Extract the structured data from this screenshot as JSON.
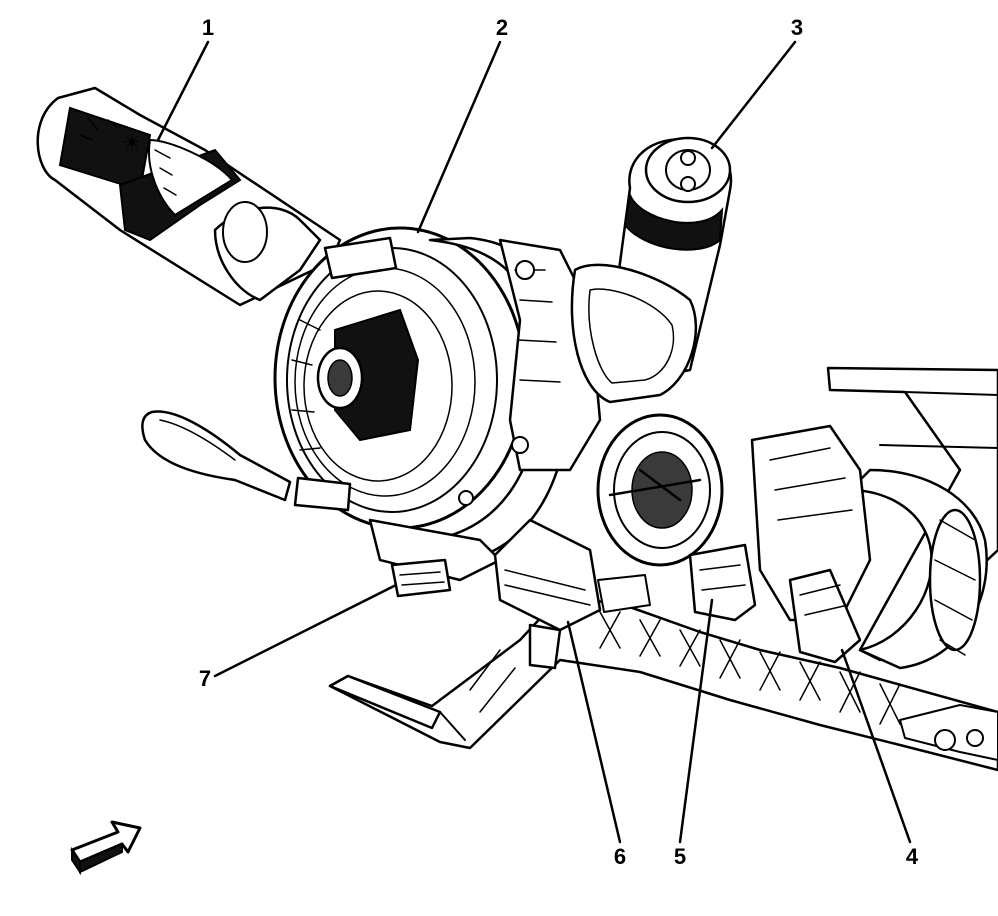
{
  "callouts": [
    {
      "id": "1",
      "label": "1"
    },
    {
      "id": "2",
      "label": "2"
    },
    {
      "id": "3",
      "label": "3"
    },
    {
      "id": "4",
      "label": "4"
    },
    {
      "id": "5",
      "label": "5"
    },
    {
      "id": "6",
      "label": "6"
    },
    {
      "id": "7",
      "label": "7"
    }
  ],
  "icons": {
    "orientation_arrow": "front-direction-arrow-icon"
  },
  "colors": {
    "ink": "#000000",
    "paper": "#ffffff"
  }
}
